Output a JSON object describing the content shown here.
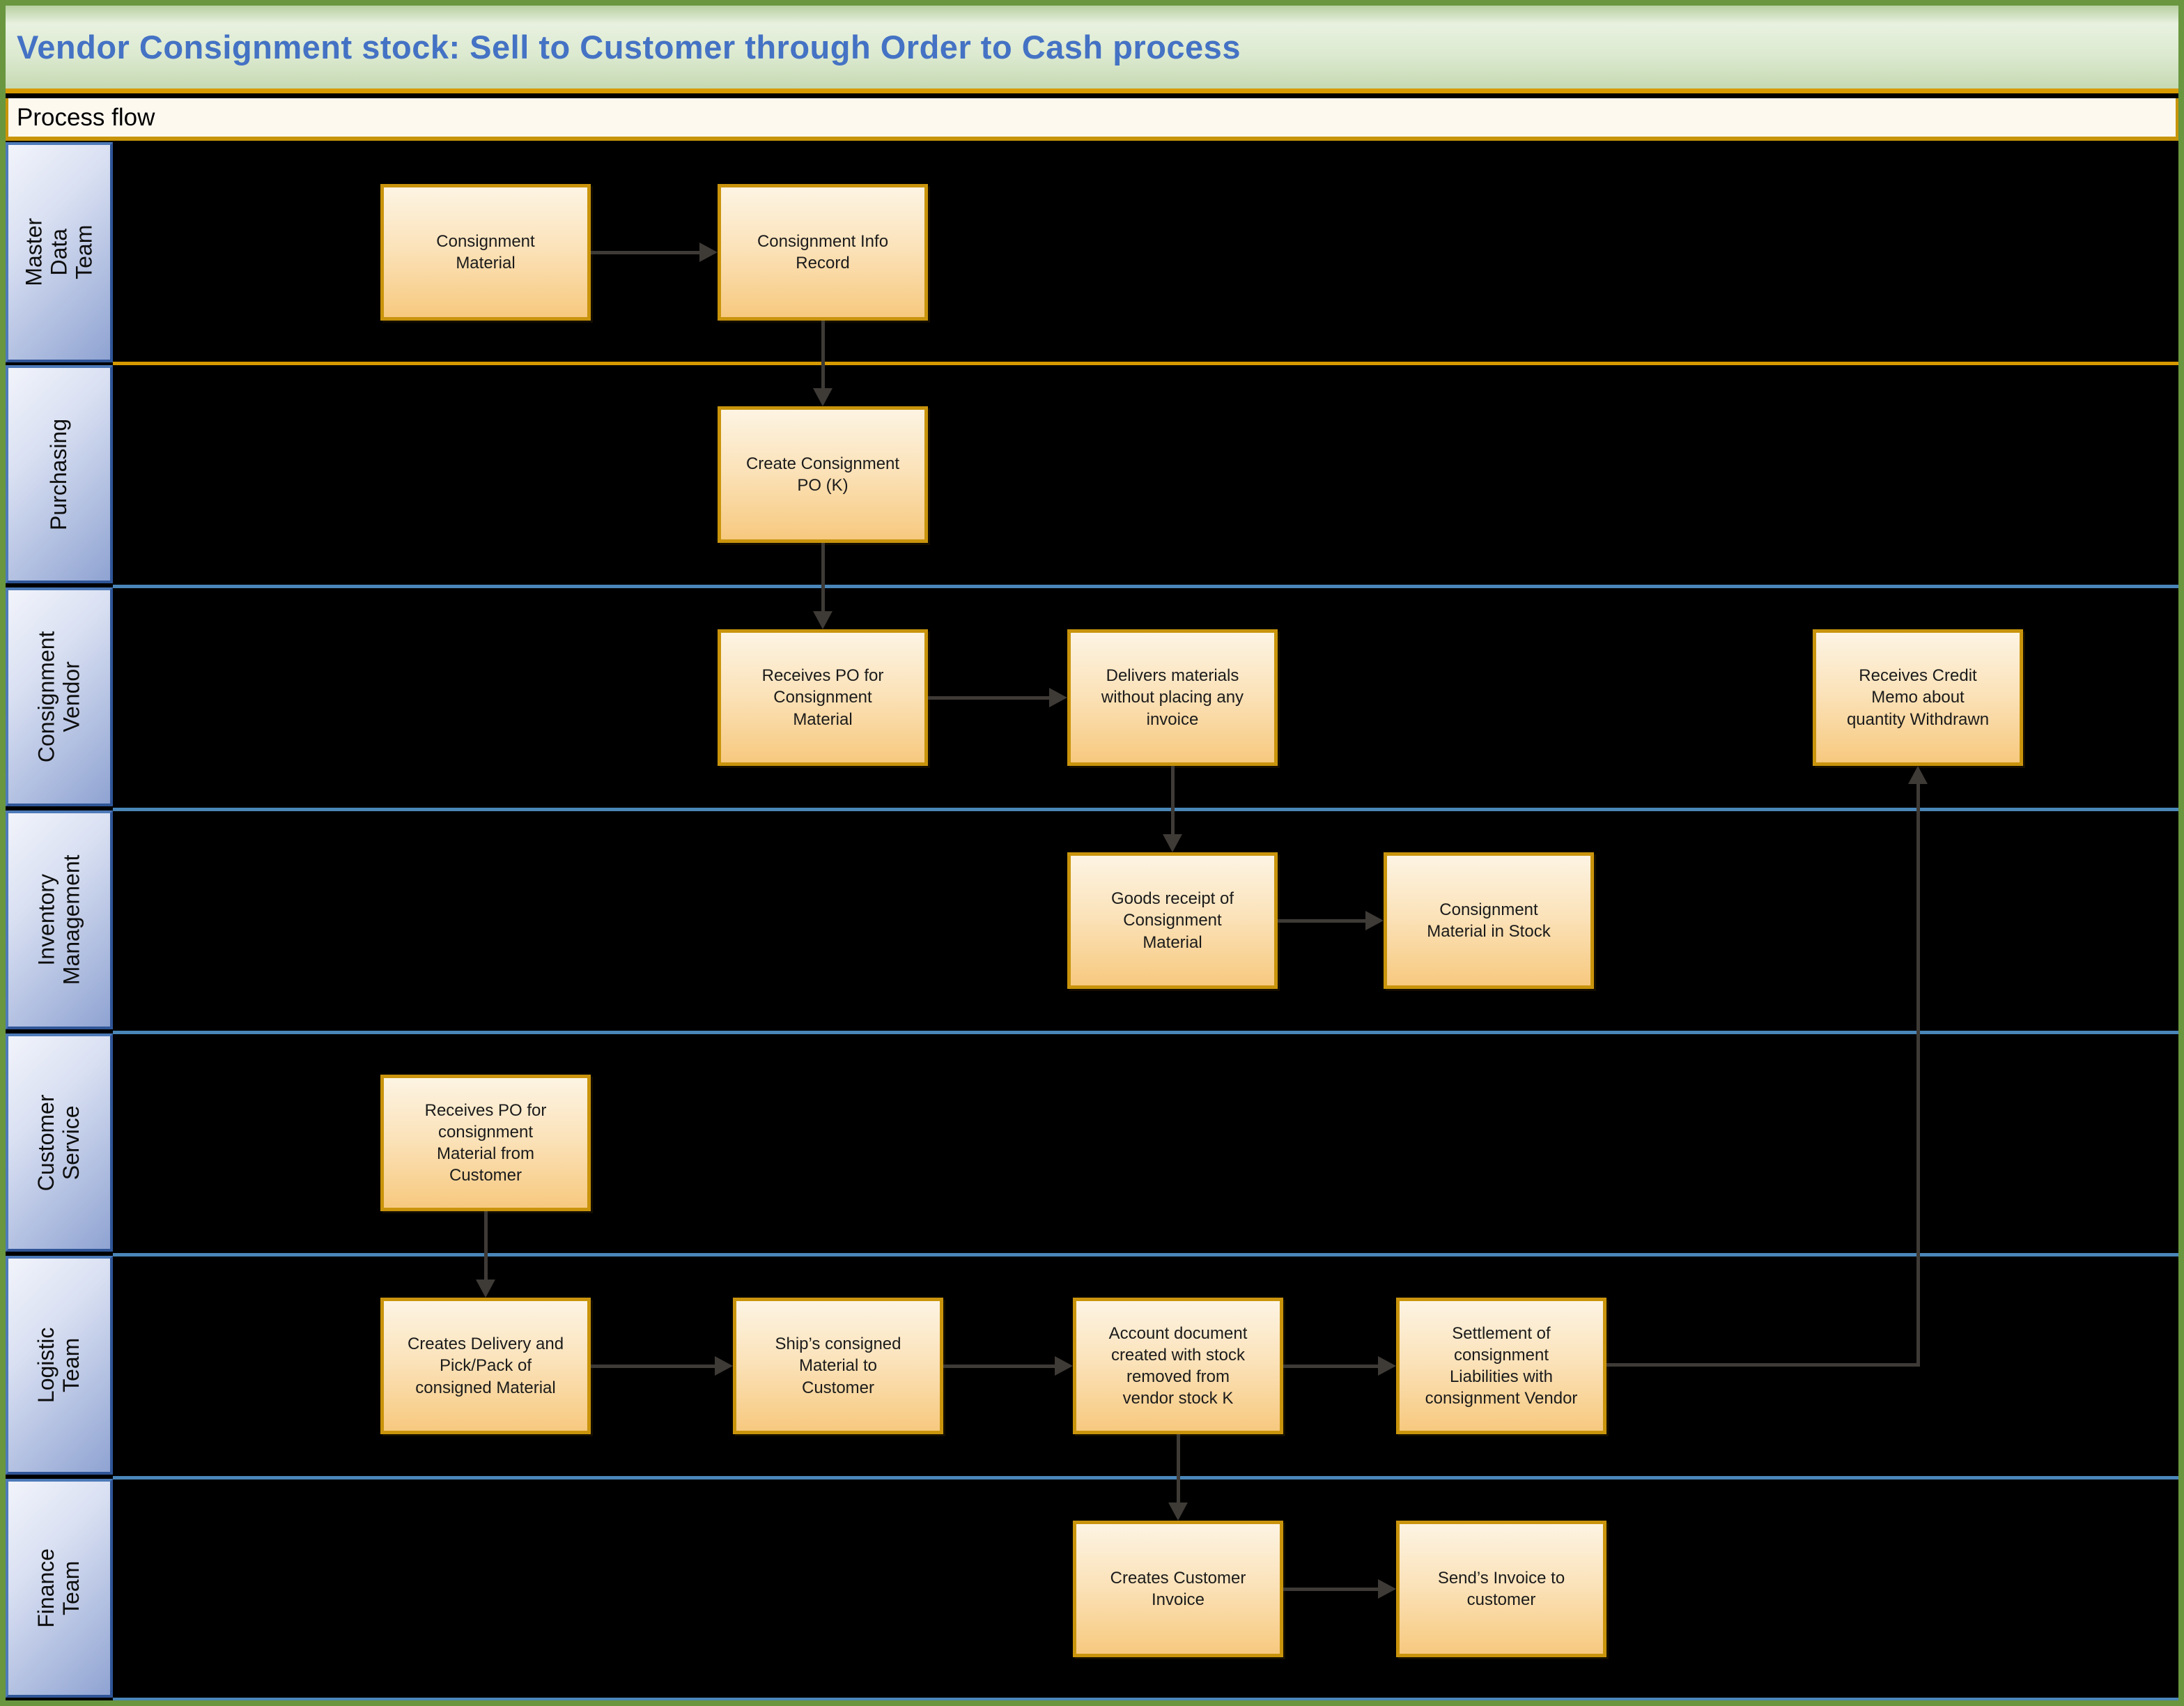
{
  "title": "Vendor Consignment stock: Sell to Customer through Order to Cash process",
  "header": "Process flow",
  "lanes": [
    {
      "label": "Master Data\nTeam"
    },
    {
      "label": "Purchasing"
    },
    {
      "label": "Consignment\nVendor"
    },
    {
      "label": "Inventory\nManagement"
    },
    {
      "label": "Customer\nService"
    },
    {
      "label": "Logistic Team"
    },
    {
      "label": "Finance Team"
    }
  ],
  "nodes": [
    {
      "text": "Consignment\nMaterial"
    },
    {
      "text": "Consignment Info\nRecord"
    },
    {
      "text": "Create Consignment\nPO (K)"
    },
    {
      "text": "Receives PO for\nConsignment\nMaterial"
    },
    {
      "text": "Delivers materials\nwithout placing any\ninvoice"
    },
    {
      "text": "Receives Credit\nMemo about\nquantity Withdrawn"
    },
    {
      "text": "Goods receipt of\nConsignment\nMaterial"
    },
    {
      "text": "Consignment\nMaterial in Stock"
    },
    {
      "text": "Receives PO for\nconsignment\nMaterial from\nCustomer"
    },
    {
      "text": "Creates Delivery and\nPick/Pack of\nconsigned Material"
    },
    {
      "text": "Ship’s consigned\nMaterial to\nCustomer"
    },
    {
      "text": "Account document\ncreated with stock\nremoved from\nvendor stock K"
    },
    {
      "text": "Settlement of\nconsignment\nLiabilities with\nconsignment Vendor"
    },
    {
      "text": "Creates Customer\nInvoice"
    },
    {
      "text": "Send’s Invoice to\ncustomer"
    }
  ],
  "colors": {
    "title_text": "#4472C4",
    "title_bg": "#D7E5C9",
    "outer_border": "#69963F",
    "header_bg": "#FDF9EF",
    "header_border": "#C8950A",
    "lane_separator_first": "#D69A00",
    "lane_separator": "#4A86B8",
    "lane_label_fill": "#AEBEE2",
    "lane_label_border": "#4D7AB9",
    "node_border": "#C9940C",
    "node_fill_top": "#FDF4E3",
    "node_fill_bottom": "#F7C97F",
    "arrow": "#3E3A36"
  }
}
